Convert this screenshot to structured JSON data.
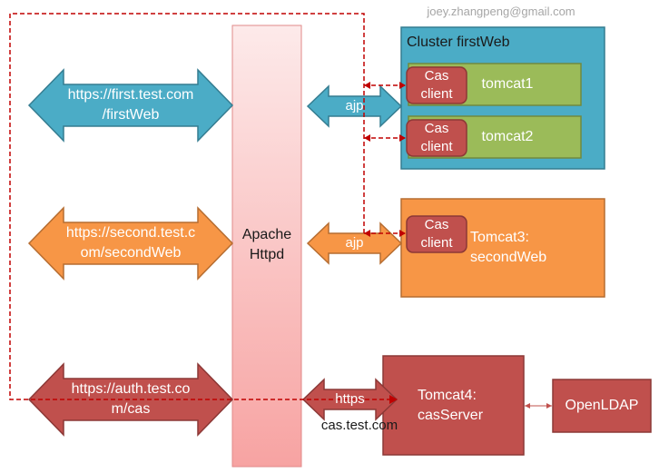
{
  "watermark": "joey.zhangpeng@gmail.com",
  "apache": {
    "line1": "Apache",
    "line2": "Httpd"
  },
  "left_arrows": [
    {
      "line1": "https://first.test.com",
      "line2": "/firstWeb"
    },
    {
      "line1": "https://second.test.c",
      "line2": "om/secondWeb"
    },
    {
      "line1": "https://auth.test.co",
      "line2": "m/cas"
    }
  ],
  "small_arrows": [
    {
      "label": "ajp"
    },
    {
      "label": "ajp"
    },
    {
      "label": "https"
    }
  ],
  "cas_host": "cas.test.com",
  "cluster": {
    "title": "Cluster firstWeb",
    "nodes": [
      {
        "cas_line1": "Cas",
        "cas_line2": "client",
        "name": "tomcat1"
      },
      {
        "cas_line1": "Cas",
        "cas_line2": "client",
        "name": "tomcat2"
      }
    ]
  },
  "tomcat3": {
    "cas_line1": "Cas",
    "cas_line2": "client",
    "line1": "Tomcat3:",
    "line2": "secondWeb"
  },
  "tomcat4": {
    "line1": "Tomcat4:",
    "line2": "casServer"
  },
  "ldap": "OpenLDAP",
  "colors": {
    "blue": "#4bacc6",
    "blue_border": "#357d91",
    "orange": "#f79646",
    "orange_border": "#b66d31",
    "red": "#c0504d",
    "red_border": "#8c3836",
    "green": "#9bbb59",
    "green_border": "#71893f",
    "dashed": "#c00000"
  }
}
